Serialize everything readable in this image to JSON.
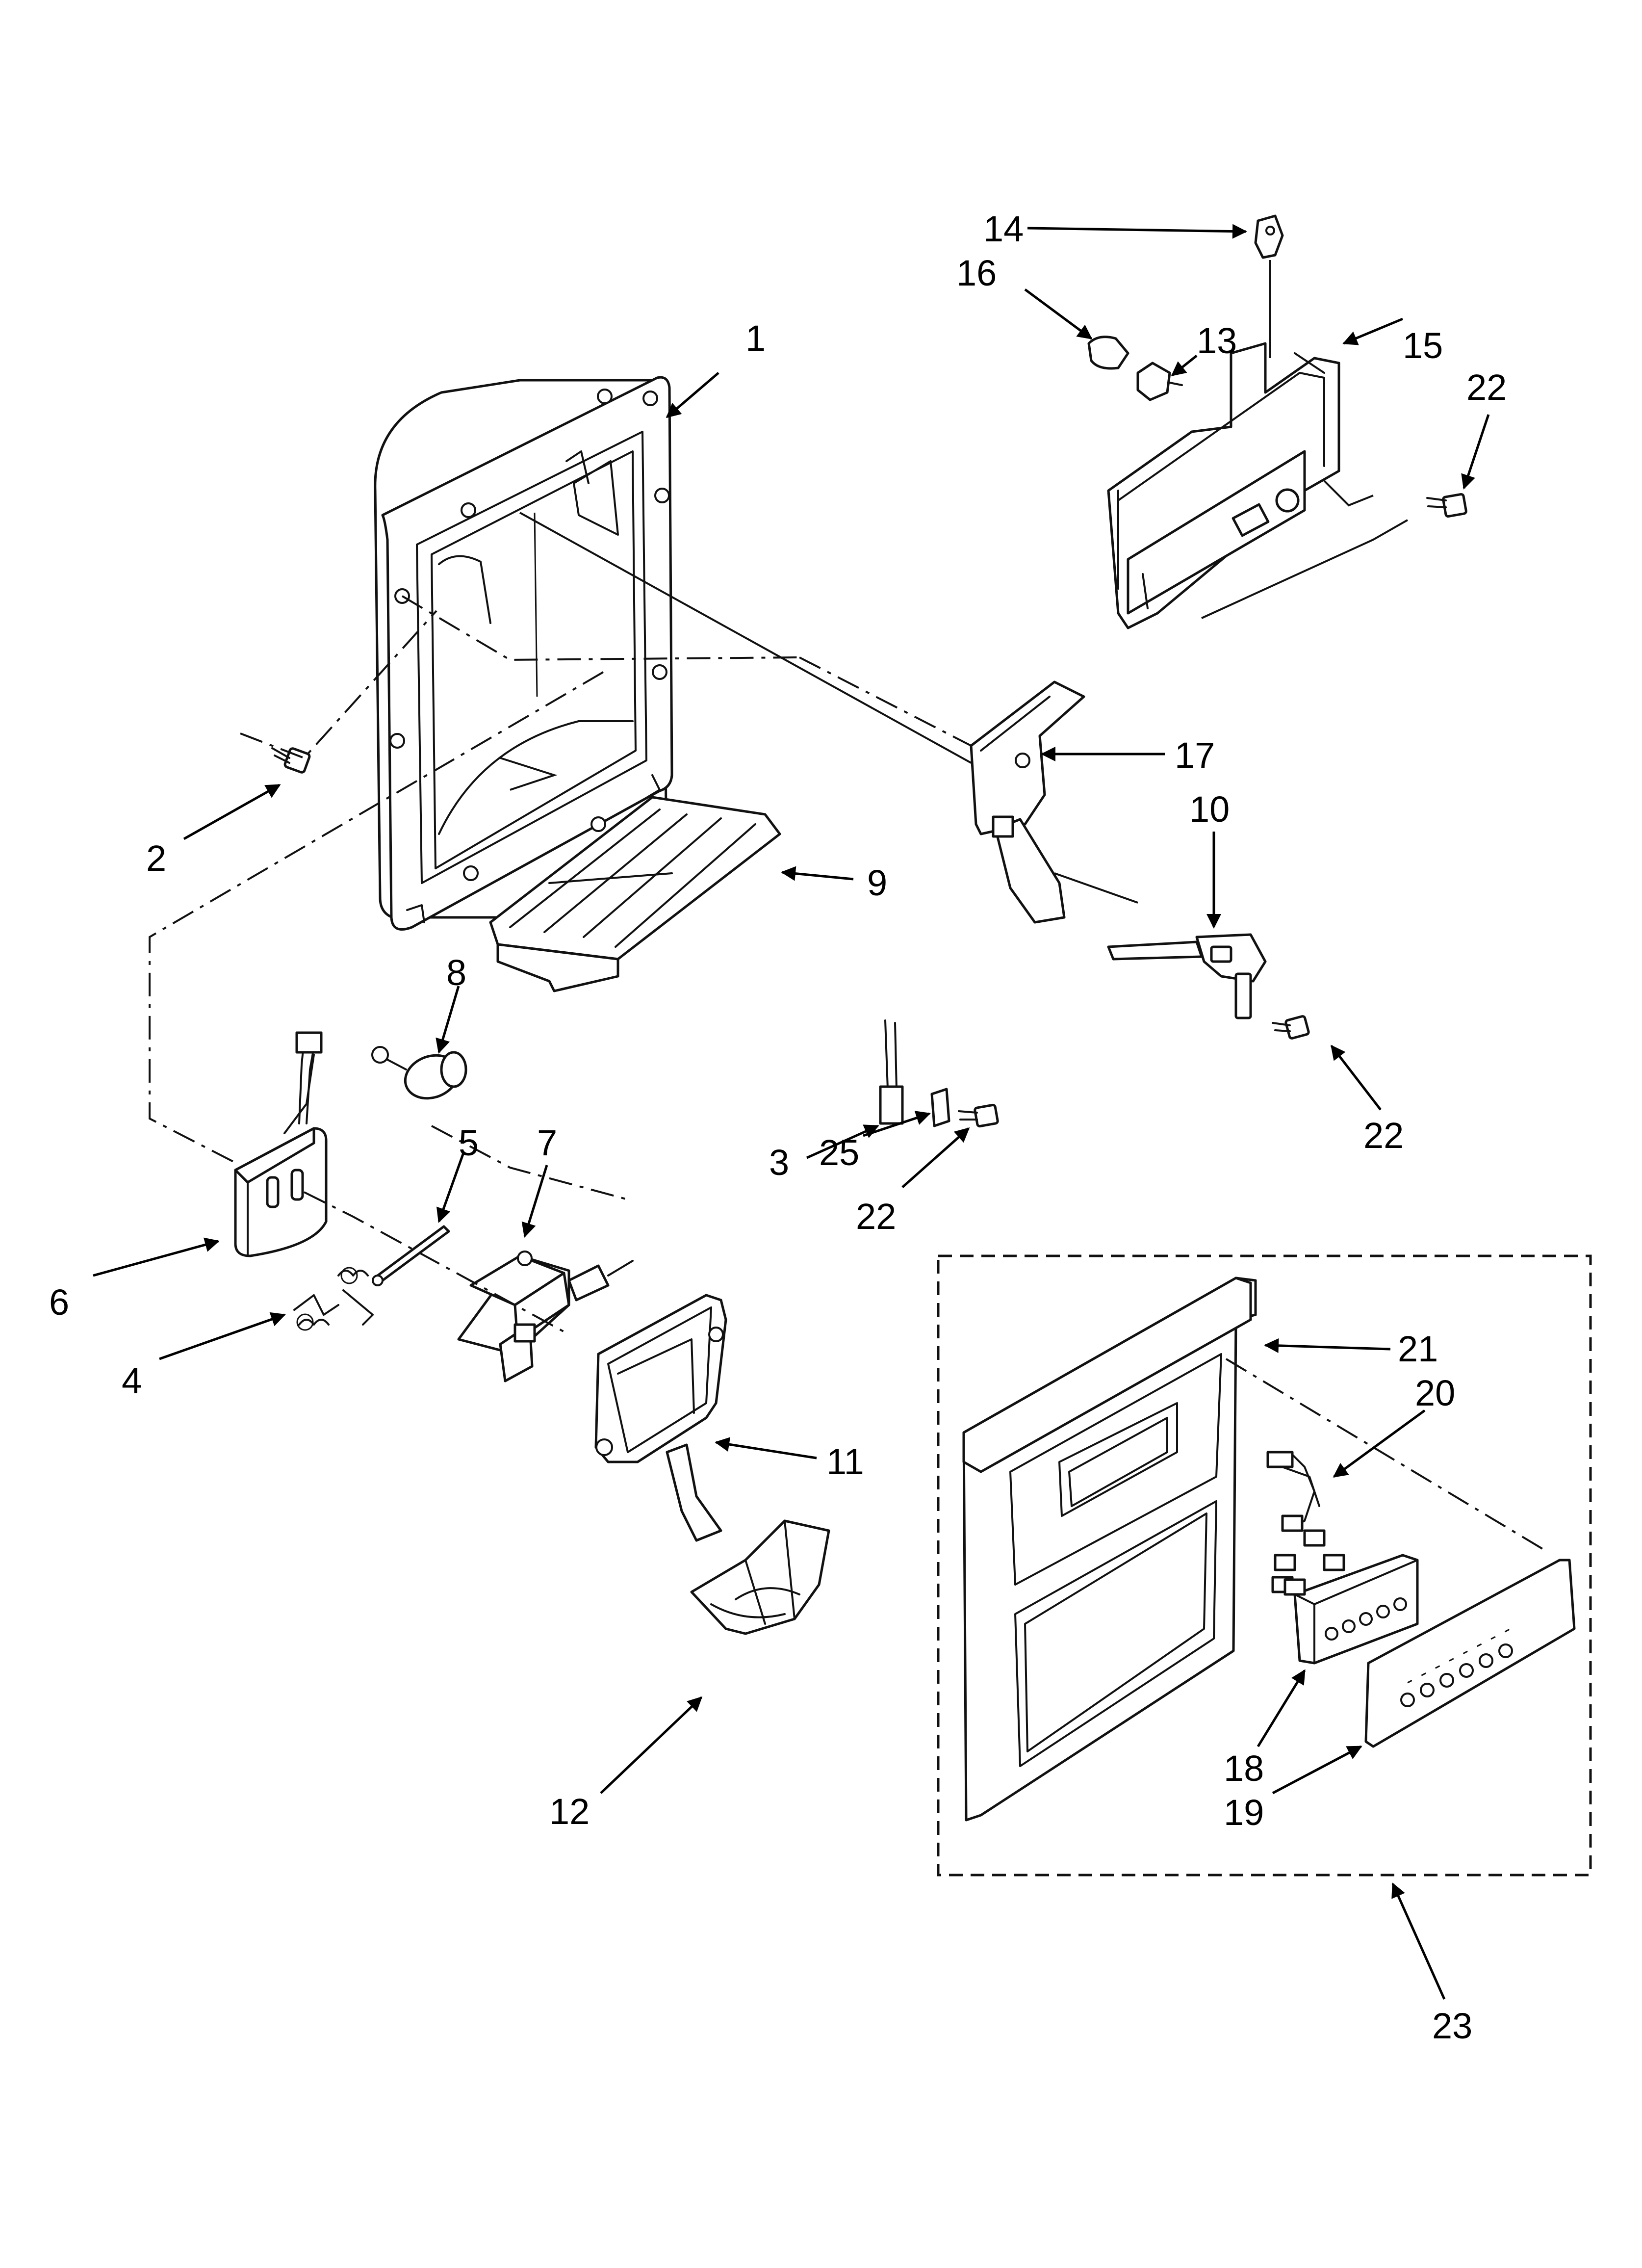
{
  "callouts": {
    "c1": "1",
    "c2": "2",
    "c3": "3",
    "c4": "4",
    "c5": "5",
    "c6": "6",
    "c7": "7",
    "c8": "8",
    "c9": "9",
    "c10": "10",
    "c11": "11",
    "c12": "12",
    "c13": "13",
    "c14": "14",
    "c15": "15",
    "c16": "16",
    "c17": "17",
    "c18": "18",
    "c19": "19",
    "c20": "20",
    "c21": "21",
    "c22a": "22",
    "c22b": "22",
    "c22c": "22",
    "c23": "23",
    "c25": "25"
  },
  "colors": {
    "line": "#111111",
    "background": "#ffffff"
  }
}
